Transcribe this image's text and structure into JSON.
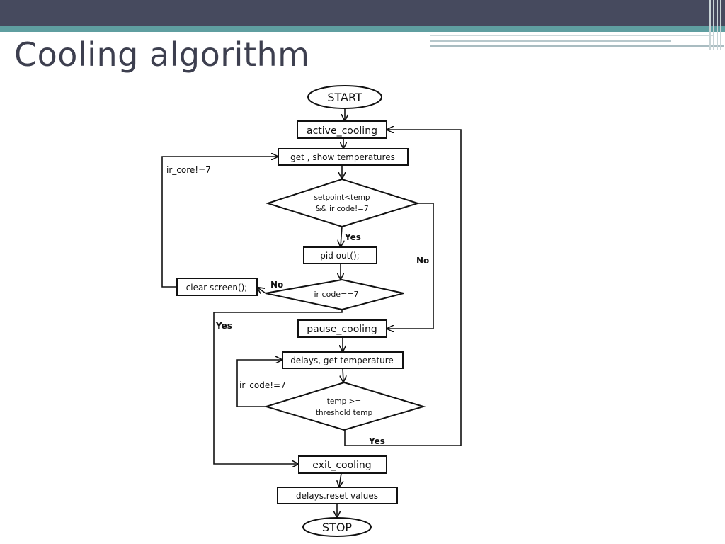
{
  "slide": {
    "title": "Cooling algorithm"
  },
  "flowchart": {
    "start": "START",
    "active_cooling": "active_cooling",
    "get_show_temps": "get , show temperatures",
    "decision1_line1": "setpoint<temp",
    "decision1_line2": "&& ir  code!=7",
    "pid_out": "pid  out();",
    "decision2": "ir  code==7",
    "clear_screen": "clear  screen();",
    "pause_cooling": "pause_cooling",
    "delays_get_temp": "delays, get temperature",
    "decision3_line1": "temp >=",
    "decision3_line2": "threshold  temp",
    "exit_cooling": "exit_cooling",
    "delays_reset": "delays.reset values",
    "stop": "STOP",
    "label_ir_core": "ir_core!=7",
    "label_ir_code": "ir_code!=7",
    "label_yes_1": "Yes",
    "label_no_1": "No",
    "label_no_2": "No",
    "label_yes_2": "Yes",
    "label_yes_3": "Yes"
  }
}
